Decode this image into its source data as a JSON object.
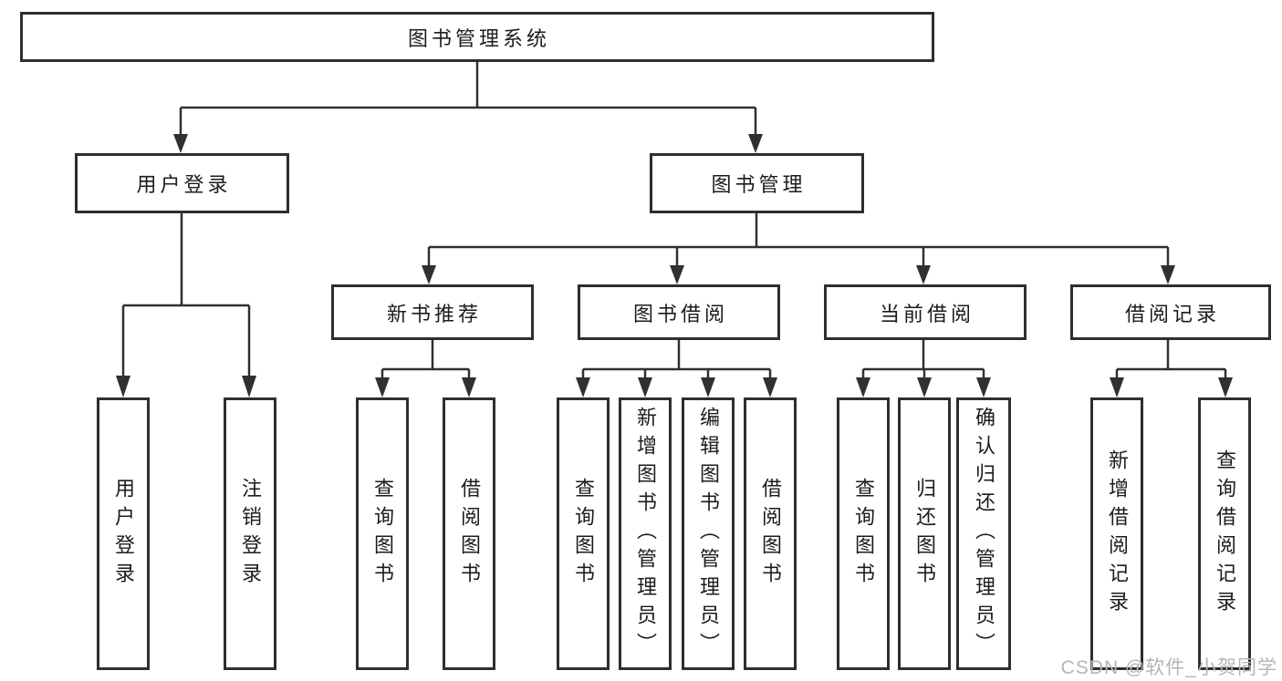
{
  "nodes": {
    "root": "图书管理系统",
    "user_login": "用户登录",
    "book_mgmt": "图书管理",
    "new_book_rec": "新书推荐",
    "book_borrow": "图书借阅",
    "current_borrow": "当前借阅",
    "borrow_record": "借阅记录",
    "leaf_user_login": "用户登录",
    "leaf_logout": "注销登录",
    "leaf_nbr_query_books": "查询图书",
    "leaf_nbr_borrow_books": "借阅图书",
    "leaf_bb_query_books": "查询图书",
    "leaf_bb_add_books": "新增图书（管理员）",
    "leaf_bb_edit_books": "编辑图书（管理员）",
    "leaf_bb_borrow_books": "借阅图书",
    "leaf_cb_query_books": "查询图书",
    "leaf_cb_return_books": "归还图书",
    "leaf_cb_confirm_return": "确认归还（管理员）",
    "leaf_br_add_record": "新增借阅记录",
    "leaf_br_query_record": "查询借阅记录"
  },
  "watermark": "CSDN @软件_小贺同学",
  "colors": {
    "line": "#303030",
    "box_border": "#2e2e2e",
    "text": "#1c1c1c",
    "watermark": "#b5b5b5",
    "background": "#ffffff"
  }
}
